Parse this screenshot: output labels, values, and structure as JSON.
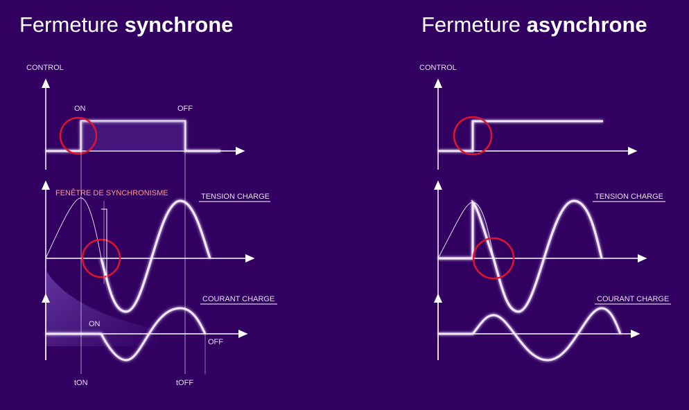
{
  "left": {
    "title_normal": "Fermeture ",
    "title_bold": "synchrone",
    "control_label": "CONTROL",
    "on_label": "ON",
    "off_label": "OFF",
    "window_label": "FENÊTRE DE SYNCHRONISME",
    "voltage_label": "TENSION CHARGE",
    "current_label": "COURANT CHARGE",
    "current_on_label": "ON",
    "current_off_label": "OFF",
    "t_on_label": "tON",
    "t_off_label": "tOFF"
  },
  "right": {
    "title_normal": "Fermeture ",
    "title_bold": "asynchrone",
    "control_label": "CONTROL",
    "voltage_label": "TENSION CHARGE",
    "current_label": "COURANT CHARGE"
  },
  "colors": {
    "background": "#310061",
    "axis": "#ffffff",
    "signal_glow": "#c9a6ff",
    "marker_circle": "#e0152b",
    "window_text": "#ff9a8a"
  }
}
